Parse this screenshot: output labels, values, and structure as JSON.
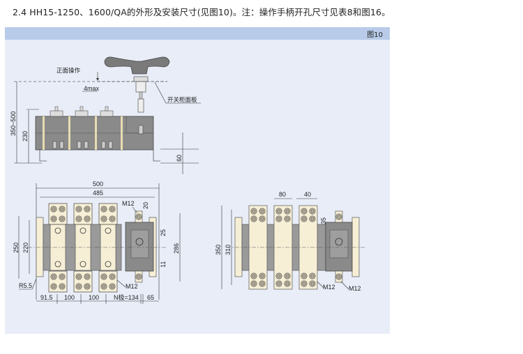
{
  "caption": "2.4 HH15-1250、1600/QA的外形及安装尺寸(见图10)。注：操作手柄开孔尺寸见表8和图16。",
  "figure": {
    "label": "图10",
    "side_view": {
      "front_operation_label": "正面操作",
      "panel_label": "开关柜面板",
      "dims": {
        "gap": "4max",
        "total_height": "350~500",
        "body_height": "230",
        "foot_height": "60"
      }
    },
    "front_view": {
      "dims": {
        "overall_width": "500",
        "mount_width": "485",
        "height_outer": "250",
        "height_mount": "220",
        "handle_height": "286",
        "top_offset": "20",
        "upper_offset": "25",
        "slot": "11",
        "radius": "R5.5",
        "bolt_top": "M12",
        "bolt_bottom": "M12",
        "seg1": "91.5",
        "seg2": "100",
        "seg3": "100",
        "seg4": "N极=134",
        "seg5": "65"
      }
    },
    "alt_view": {
      "dims": {
        "terminal_width": "80",
        "terminal_half": "40",
        "terminal_offset": "35",
        "height_outer": "350",
        "height_mount": "310",
        "bolt_left": "M12",
        "bolt_right": "M12"
      }
    }
  },
  "colors": {
    "panel_bg": "#e8edf8",
    "header_bg": "#b8cbe8",
    "body_gray": "#8a8a8a",
    "terminal_cream": "#f6efd6"
  }
}
